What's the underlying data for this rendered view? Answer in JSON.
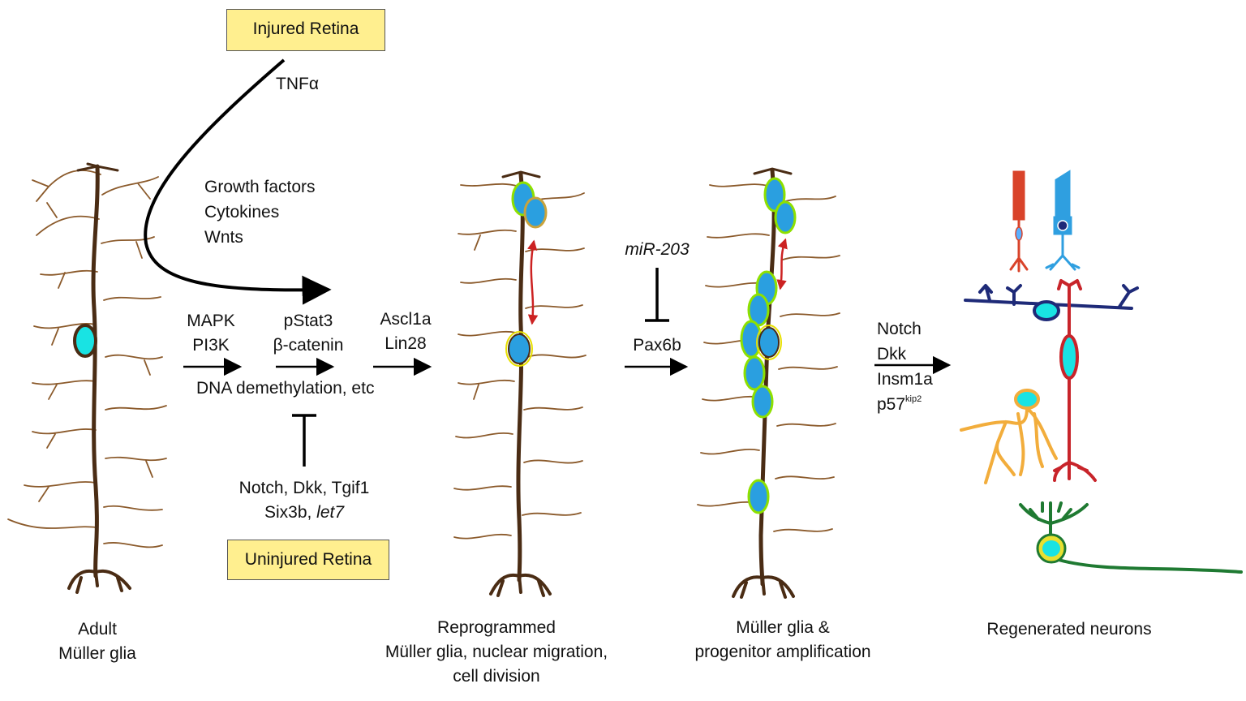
{
  "boxes": {
    "injured": "Injured Retina",
    "uninjured": "Uninjured Retina"
  },
  "signals": {
    "tnf": "TNFα",
    "growth": [
      "Growth factors",
      "Cytokines",
      "Wnts"
    ]
  },
  "pathway": {
    "step1": [
      "MAPK",
      "PI3K"
    ],
    "step2": [
      "pStat3",
      "β-catenin"
    ],
    "step3": [
      "Ascl1a",
      "Lin28"
    ],
    "dna": "DNA demethylation, etc",
    "inhibitors_line1": "Notch, Dkk, Tgif1",
    "inhibitors_line2a": "Six3b, ",
    "inhibitors_line2b": "let7",
    "mirna": "miR-203",
    "pax": "Pax6b",
    "final": {
      "notch": "Notch",
      "dkk": "Dkk",
      "insm": "Insm1a",
      "p57": "p57",
      "p57_sup": "kip2"
    }
  },
  "captions": {
    "adult": [
      "Adult",
      "Müller glia"
    ],
    "reprogrammed": [
      "Reprogrammed",
      "Müller glia, nuclear migration,",
      "cell division"
    ],
    "amplification": [
      "Müller glia &",
      "progenitor amplification"
    ],
    "regenerated": "Regenerated neurons"
  },
  "colors": {
    "glia_trunk": "#4a2c14",
    "glia_branch": "#8b5a2b",
    "nucleus": "#19e3e3",
    "progenitor_halo": "#8ee000",
    "migration_arrow": "#cc2222",
    "box_fill": "#ffef8f",
    "rod": "#d9432a",
    "cone": "#2f9fe0",
    "bipolar": "#1e2a78",
    "amacrine": "#f2ad3c",
    "ganglion": "#1f7a32",
    "bipolar_red": "#c8242a"
  }
}
